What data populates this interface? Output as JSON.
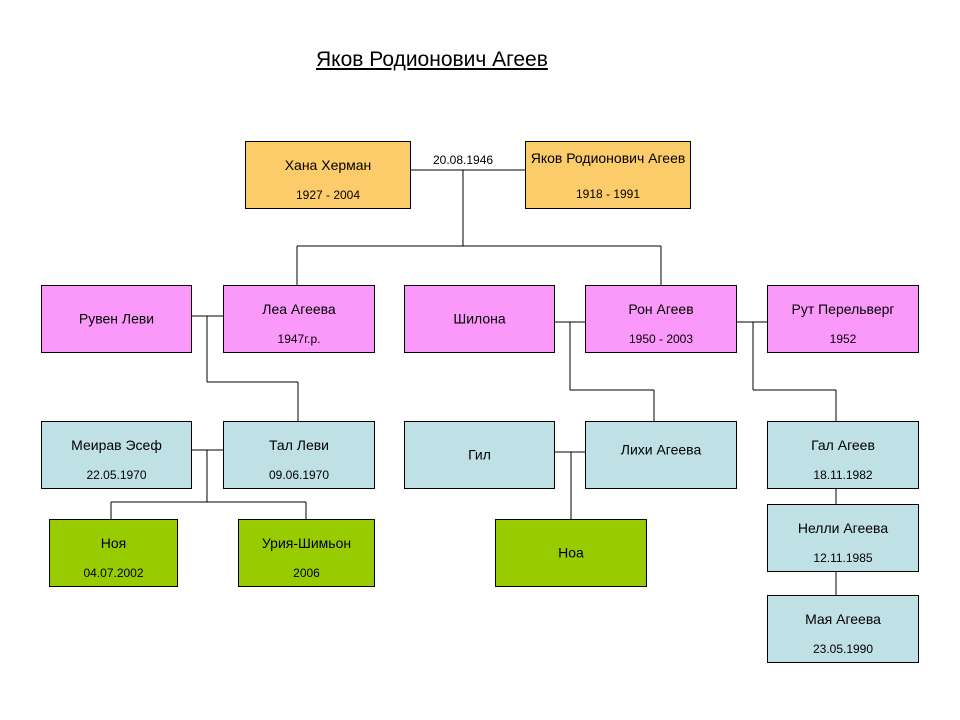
{
  "title": "Яков Родионович Агеев",
  "marriage_date": "20.08.1946",
  "people": {
    "hana": {
      "name": "Хана Херман",
      "dates": "1927 - 2004"
    },
    "yakov": {
      "name": "Яков Родионович Агеев",
      "dates": "1918 - 1991"
    },
    "ruven": {
      "name": "Рувен Леви"
    },
    "lea": {
      "name": "Леа Агеева",
      "dates": "1947г.р."
    },
    "shilona": {
      "name": "Шилона"
    },
    "ron": {
      "name": "Рон Агеев",
      "dates": "1950 - 2003"
    },
    "rut": {
      "name": "Рут Перельверг",
      "dates": "1952"
    },
    "meirav": {
      "name": "Меирав Эсеф",
      "dates": "22.05.1970"
    },
    "tal": {
      "name": "Тал Леви",
      "dates": "09.06.1970"
    },
    "gil": {
      "name": "Гил"
    },
    "lihi": {
      "name": "Лихи Агеева"
    },
    "gal": {
      "name": "Гал Агеев",
      "dates": "18.11.1982"
    },
    "nelli": {
      "name": "Нелли Агеева",
      "dates": "12.11.1985"
    },
    "maya": {
      "name": "Мая Агеева",
      "dates": "23.05.1990"
    },
    "noya": {
      "name": "Ноя",
      "dates": "04.07.2002"
    },
    "uria": {
      "name": "Урия-Шимьон",
      "dates": "2006"
    },
    "noa": {
      "name": "Ноа"
    }
  },
  "colors": {
    "generation_0": "#fdcc6a",
    "generation_1": "#fb99fb",
    "generation_2": "#bfe0e4",
    "generation_3": "#99cc00",
    "connector": "#000000"
  }
}
